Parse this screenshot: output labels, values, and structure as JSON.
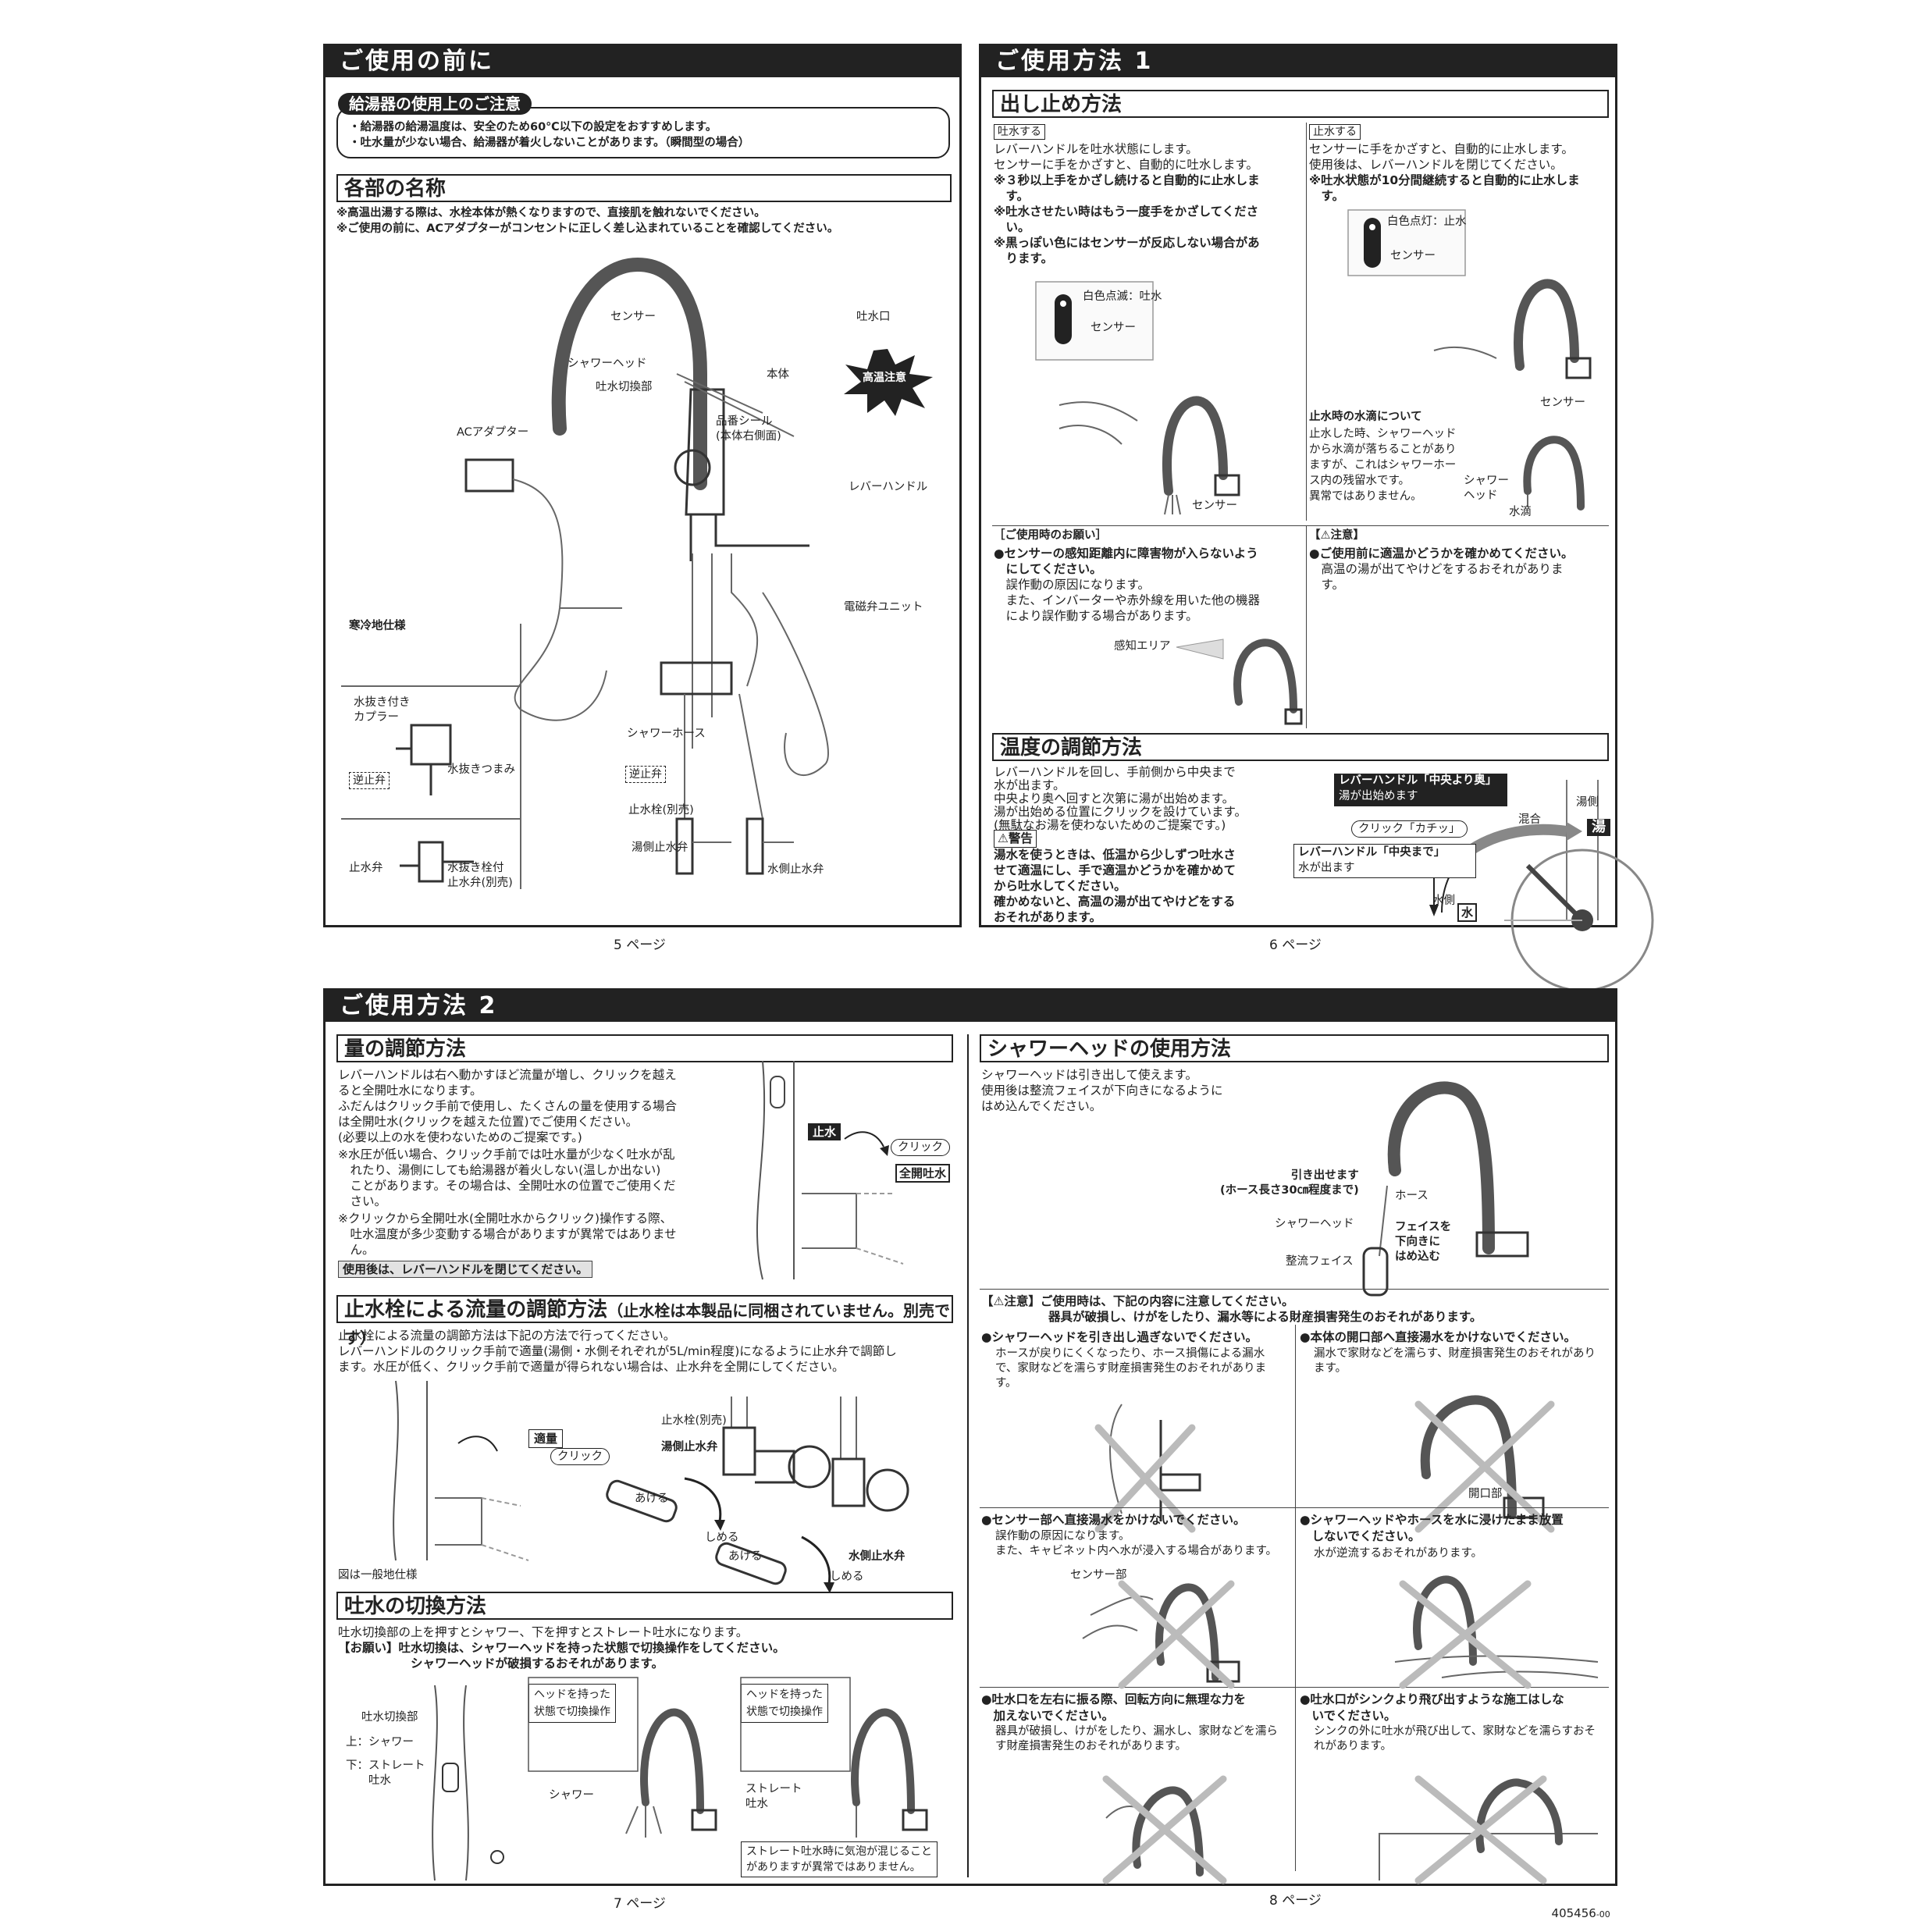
{
  "p5": {
    "title": "ご使用の前に",
    "heater_heading": "給湯器の使用上のご注意",
    "heater_notes": [
      "・給湯器の給湯温度は、安全のため60℃以下の設定をおすすめします。",
      "・吐水量が少ない場合、給湯器が着火しないことがあります。（瞬間型の場合）"
    ],
    "parts_heading": "各部の名称",
    "parts_notes": [
      "※高温出湯する際は、水栓本体が熱くなりますので、直接肌を触れないでください。",
      "※ご使用の前に、ACアダプターがコンセントに正しく差し込まれていることを確認してください。"
    ],
    "labels": {
      "sensor": "センサー",
      "spout": "吐水口",
      "shower_head": "シャワーヘッド",
      "body": "本体",
      "hot_caution": "高温注意",
      "switch": "吐水切換部",
      "seal": "品番シール\n(本体右側面)",
      "ac": "ACアダプター",
      "lever": "レバーハンドル",
      "cold_region": "寒冷地仕様",
      "drain_coupler": "水抜き付き\nカプラー",
      "drain_knob": "水抜きつまみ",
      "check_valve": "逆止弁",
      "stop_valve": "止水弁",
      "drain_stopcock": "水抜き栓付\n止水弁(別売)",
      "solenoid": "電磁弁ユニット",
      "shower_hose": "シャワーホース",
      "check_valve2": "逆止弁",
      "stopcock": "止水栓(別売)",
      "hot_valve": "湯側止水弁",
      "cold_valve": "水側止水弁"
    },
    "page": "5 ページ"
  },
  "p6": {
    "title": "ご使用方法 1",
    "flow_heading": "出し止め方法",
    "on_tag": "吐水する",
    "on_text": [
      "レバーハンドルを吐水状態にします。",
      "センサーに手をかざすと、自動的に吐水します。"
    ],
    "on_bold": [
      "※３秒以上手をかざし続けると自動的に止水しま",
      "　す。",
      "※吐水させたい時はもう一度手をかざしてくださ",
      "　い。",
      "※黒っぽい色にはセンサーが反応しない場合があ",
      "　ります。"
    ],
    "on_led": "白色点滅：吐水",
    "on_sensor": "センサー",
    "on_sensor2": "センサー",
    "off_tag": "止水する",
    "off_text": [
      "センサーに手をかざすと、自動的に止水します。",
      "使用後は、レバーハンドルを閉じてください。"
    ],
    "off_bold": [
      "※吐水状態が10分間継続すると自動的に止水しま",
      "　す。"
    ],
    "off_led": "白色点灯：止水",
    "off_sensor": "センサー",
    "off_sensor2": "センサー",
    "drip_heading": "止水時の水滴について",
    "drip_text": [
      "止水した時、シャワーヘッド",
      "から水滴が落ちることがあり",
      "ますが、これはシャワーホー",
      "ス内の残留水です。",
      "異常ではありません。"
    ],
    "drip_head": "シャワー\nヘッド",
    "drip_water": "水滴",
    "request_heading": "［ご使用時のお願い］",
    "request_bold": [
      "●センサーの感知距離内に障害物が入らないよう",
      "　にしてください。"
    ],
    "request_text": [
      "　誤作動の原因になります。",
      "　また、インバーターや赤外線を用いた他の機器",
      "　により誤作動する場合があります。"
    ],
    "detect_area": "感知エリア",
    "caution_heading": "【⚠注意】",
    "caution_bold": "●ご使用前に適温かどうかを確かめてください。",
    "caution_text": [
      "　高温の湯が出てやけどをするおそれがありま",
      "　す。"
    ],
    "temp_heading": "温度の調節方法",
    "temp_text": [
      "レバーハンドルを回し、手前側から中央まで",
      "水が出ます。",
      "中央より奥へ回すと次第に湯が出始めます。",
      "湯が出始める位置にクリックを設けています。",
      "(無駄なお湯を使わないためのご提案です。)"
    ],
    "warning_heading": "⚠警告",
    "warning_bold": [
      "湯水を使うときは、低温から少しずつ吐水さ",
      "せて適温にし、手で適温かどうかを確かめて",
      "から吐水してください。",
      "確かめないと、高温の湯が出てやけどをする",
      "おそれがあります。"
    ],
    "lever_back_bold": "レバーハンドル「中央より奥」",
    "lever_back_sub": "湯が出始めます",
    "click_label": "クリック「カチッ」",
    "mix": "混合",
    "hot_side": "湯側",
    "hot": "湯",
    "lever_center_bold": "レバーハンドル「中央まで」",
    "lever_center_sub": "水が出ます",
    "cold_side": "水側",
    "cold": "水",
    "page": "6 ページ"
  },
  "p7": {
    "title": "ご使用方法 2",
    "vol_heading": "量の調節方法",
    "vol_text": [
      "レバーハンドルは右へ動かすほど流量が増し、クリックを越え",
      "ると全開吐水になります。",
      "ふだんはクリック手前で使用し、たくさんの量を使用する場合",
      "は全開吐水(クリックを越えた位置)でご使用ください。",
      "(必要以上の水を使わないためのご提案です。)"
    ],
    "vol_notes": [
      "※水圧が低い場合、クリック手前では吐水量が少なく吐水が乱",
      "　れたり、湯側にしても給湯器が着火しない(温しか出ない)",
      "　ことがあります。その場合は、全開吐水の位置でご使用くだ",
      "　さい。",
      "※クリックから全開吐水(全開吐水からクリック)操作する際、",
      "　吐水温度が多少変動する場合がありますが異常ではありませ",
      "　ん。"
    ],
    "vol_after": "使用後は、レバーハンドルを閉じてください。",
    "vol_stop": "止水",
    "vol_click": "クリック",
    "vol_full": "全開吐水",
    "stop_heading": "止水栓による流量の調節方法",
    "stop_heading_sub": "（止水栓は本製品に同梱されていません。別売です）",
    "stop_text": [
      "止水栓による流量の調節方法は下記の方法で行ってください。",
      "レバーハンドルのクリック手前で適量(湯側・水側それぞれが5L/min程度)になるように止水弁で調節し",
      "ます。水圧が低く、クリック手前で適量が得られない場合は、止水弁を全開にしてください。"
    ],
    "stop_amount": "適量",
    "stop_click": "クリック",
    "stop_general": "図は一般地仕様",
    "stop_stopcock": "止水栓(別売)",
    "stop_hot": "湯側止水弁",
    "stop_open1": "あける",
    "stop_close1": "しめる",
    "stop_open2": "あける",
    "stop_cold": "水側止水弁",
    "stop_close2": "しめる",
    "switch_heading": "吐水の切換方法",
    "switch_text": "吐水切換部の上を押すとシャワー、下を押すとストレート吐水になります。",
    "switch_req": [
      "【お願い】吐水切換は、シャワーヘッドを持った状態で切換操作をしてください。",
      "　　　　　　シャワーヘッドが破損するおそれがあります。"
    ],
    "switch_part": "吐水切換部",
    "switch_up": "上：シャワー",
    "switch_down": "下：ストレート\n　　吐水",
    "switch_hold1": "ヘッドを持った\n状態で切換操作",
    "switch_hold2": "ヘッドを持った\n状態で切換操作",
    "switch_shower": "シャワー",
    "switch_straight": "ストレート\n吐水",
    "switch_note": "ストレート吐水時に気泡が混じること\nがありますが異常ではありません。",
    "page": "7 ページ"
  },
  "p8": {
    "shower_heading": "シャワーヘッドの使用方法",
    "shower_text": [
      "シャワーヘッドは引き出して使えます。",
      "使用後は整流フェイスが下向きになるように",
      "はめ込んでください。"
    ],
    "pull": "引き出せます\n(ホース長さ30㎝程度まで)",
    "hose": "ホース",
    "head": "シャワーヘッド",
    "face": "整流フェイス",
    "face_down": "フェイスを\n下向きに\nはめ込む",
    "caution_title": "【⚠注意】ご使用時は、下記の内容に注意してください。",
    "caution_sub": "器具が破損し、けがをしたり、漏水等による財産損害発生のおそれがあります。",
    "items": [
      {
        "bold": "●シャワーヘッドを引き出し過ぎないでください。",
        "text": "ホースが戻りにくくなったり、ホース損傷による漏水で、家財などを濡らす財産損害発生のおそれがあります。"
      },
      {
        "bold": "●本体の開口部へ直接湯水をかけないでください。",
        "text": "漏水で家財などを濡らす、財産損害発生のおそれがあります。"
      },
      {
        "bold": "●センサー部へ直接湯水をかけないでください。",
        "text": "誤作動の原因になります。\nまた、キャビネット内へ水が浸入する場合があります。"
      },
      {
        "bold": "●シャワーヘッドやホースを水に浸けたまま放置\n　しないでください。",
        "text": "水が逆流するおそれがあります。"
      },
      {
        "bold": "●吐水口を左右に振る際、回転方向に無理な力を\n　加えないでください。",
        "text": "器具が破損し、けがをしたり、漏水し、家財などを濡らす財産損害発生のおそれがあります。"
      },
      {
        "bold": "●吐水口がシンクより飛び出すような施工はしな\n　いでください。",
        "text": "シンクの外に吐水が飛び出して、家財などを濡らすおそれがあります。"
      }
    ],
    "opening": "開口部",
    "sensor_part": "センサー部",
    "page": "8 ページ",
    "doc_code": "405456",
    "doc_suffix": "-00"
  }
}
